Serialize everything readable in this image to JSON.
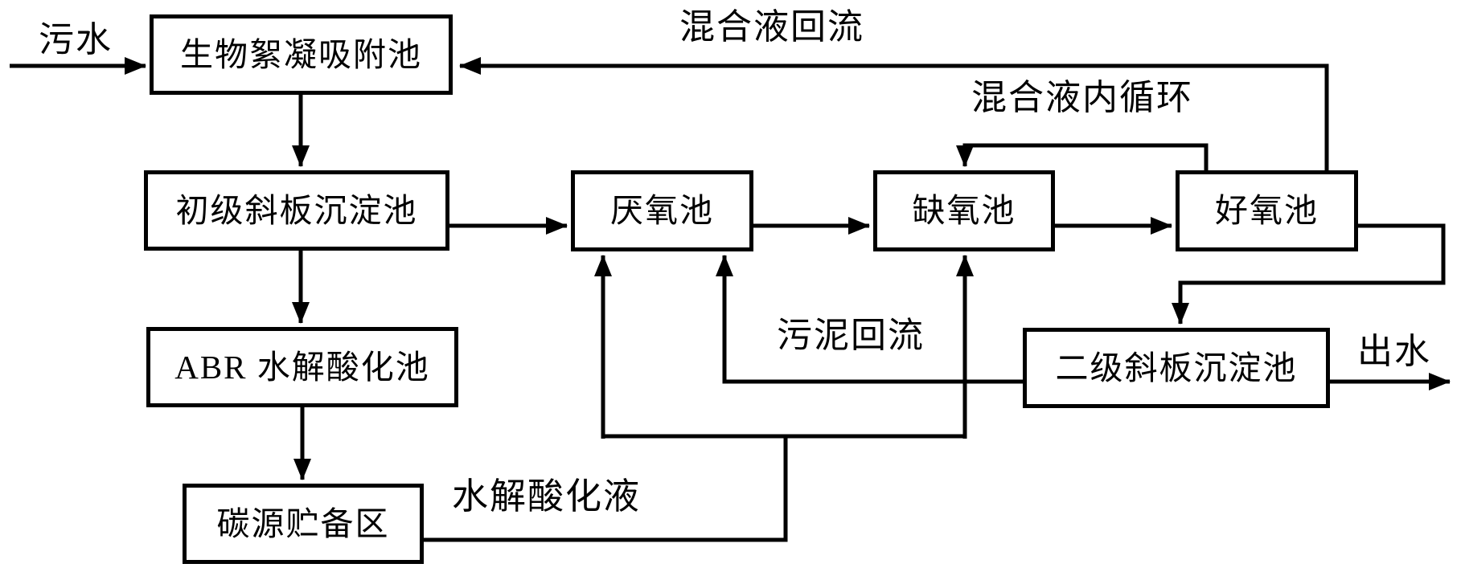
{
  "diagram": {
    "type": "process-flow",
    "language": "zh",
    "background_color": "#ffffff",
    "line_color": "#000000",
    "nodes": {
      "bio_flocculation": "生物絮凝吸附池",
      "primary_settling": "初级斜板沉淀池",
      "abr_hydrolysis": "ABR 水解酸化池",
      "carbon_storage": "碳源贮备区",
      "anaerobic": "厌氧池",
      "anoxic": "缺氧池",
      "aerobic": "好氧池",
      "secondary_settling": "二级斜板沉淀池"
    },
    "flow_labels": {
      "influent": "污水",
      "mixed_liquor_return": "混合液回流",
      "mixed_liquor_internal_recycle": "混合液内循环",
      "sludge_return": "污泥回流",
      "hydrolysis_acidification_liquid": "水解酸化液",
      "effluent": "出水"
    },
    "edges": [
      {
        "from": "influent",
        "to": "生物絮凝吸附池",
        "label": "污水"
      },
      {
        "from": "生物絮凝吸附池",
        "to": "初级斜板沉淀池",
        "label": ""
      },
      {
        "from": "初级斜板沉淀池",
        "to": "厌氧池",
        "label": ""
      },
      {
        "from": "初级斜板沉淀池",
        "to": "ABR 水解酸化池",
        "label": ""
      },
      {
        "from": "ABR 水解酸化池",
        "to": "碳源贮备区",
        "label": ""
      },
      {
        "from": "厌氧池",
        "to": "缺氧池",
        "label": ""
      },
      {
        "from": "缺氧池",
        "to": "好氧池",
        "label": ""
      },
      {
        "from": "好氧池",
        "to": "缺氧池",
        "label": "混合液内循环"
      },
      {
        "from": "好氧池",
        "to": "生物絮凝吸附池",
        "label": "混合液回流"
      },
      {
        "from": "好氧池",
        "to": "二级斜板沉淀池",
        "label": ""
      },
      {
        "from": "二级斜板沉淀池",
        "to": "厌氧池",
        "label": "污泥回流"
      },
      {
        "from": "二级斜板沉淀池",
        "to": "effluent",
        "label": "出水"
      },
      {
        "from": "碳源贮备区",
        "to": "厌氧池",
        "label": "水解酸化液"
      },
      {
        "from": "碳源贮备区",
        "to": "缺氧池",
        "label": "水解酸化液"
      }
    ]
  }
}
